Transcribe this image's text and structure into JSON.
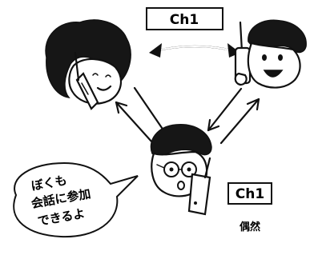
{
  "channel_top": "Ch1",
  "channel_side": "Ch1",
  "speech_bubble": [
    "ぼくも",
    "会話に参加",
    "できるよ"
  ],
  "caption": "偶然"
}
